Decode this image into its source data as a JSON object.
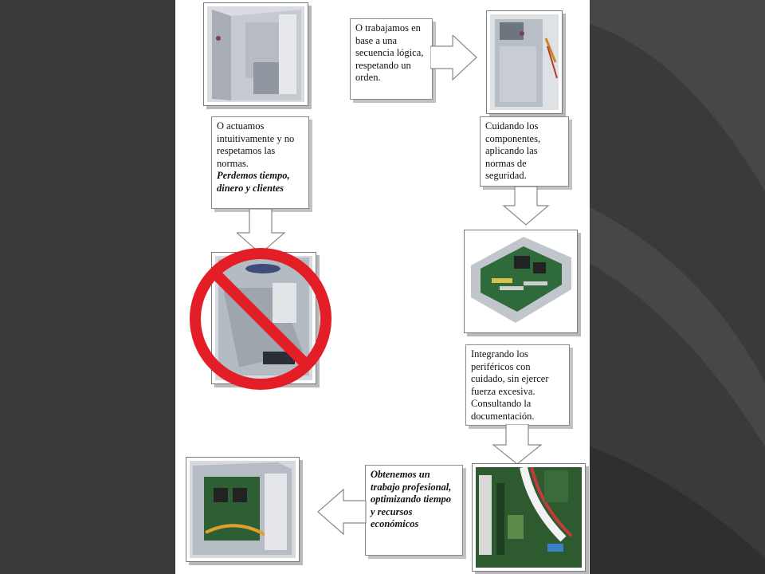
{
  "slide": {
    "background_color": "#3b3b3b",
    "page_color": "#ffffff",
    "prohibition_color": "#e41e26"
  },
  "captions": {
    "sequence": "O trabajamos en base a una secuencia lógica, respetando un orden.",
    "intuitive": "O actuamos intuitivamente y no respetamos las normas.",
    "intuitive_emphasis": "Perdemos tiempo, dinero y clientes",
    "care": "Cuidando los componentes, aplicando las normas de seguridad.",
    "peripherals": "Integrando los periféricos con cuidado, sin ejercer fuerza excesiva. Consultando la documentación.",
    "result": "Obtenemos un trabajo profesional, optimizando tiempo y recursos económicos"
  },
  "icons": {
    "prohibition": "prohibition-icon",
    "arrow_right": "arrow-right-icon",
    "arrow_down": "arrow-down-icon",
    "arrow_left": "arrow-left-icon"
  }
}
